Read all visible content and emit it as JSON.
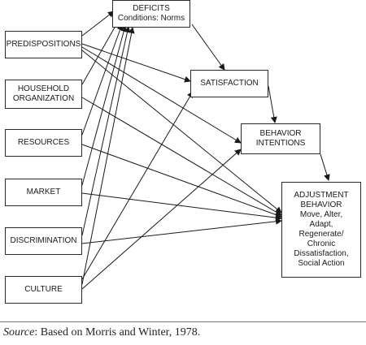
{
  "nodes": {
    "deficits": {
      "line1": "DEFICITS",
      "line2": "Conditions: Norms"
    },
    "predispositions": {
      "line1": "PREDISPOSITIONS"
    },
    "household": {
      "line1": "HOUSEHOLD",
      "line2": "ORGANIZATION"
    },
    "resources": {
      "line1": "RESOURCES"
    },
    "market": {
      "line1": "MARKET"
    },
    "discrimination": {
      "line1": "DISCRIMINATION"
    },
    "culture": {
      "line1": "CULTURE"
    },
    "satisfaction": {
      "line1": "SATISFACTION"
    },
    "intentions": {
      "line1": "BEHAVIOR",
      "line2": "INTENTIONS"
    },
    "adjustment": {
      "lines": [
        "ADJUSTMENT",
        "BEHAVIOR",
        "Move, Alter,",
        "Adapt,",
        "Regenerate/",
        "Chronic",
        "Dissatisfaction,",
        "Social Action"
      ]
    }
  },
  "edges": [
    [
      "predispositions",
      "deficits"
    ],
    [
      "household",
      "deficits"
    ],
    [
      "resources",
      "deficits"
    ],
    [
      "market",
      "deficits"
    ],
    [
      "discrimination",
      "deficits"
    ],
    [
      "culture",
      "deficits"
    ],
    [
      "predispositions",
      "satisfaction"
    ],
    [
      "predispositions",
      "intentions"
    ],
    [
      "predispositions",
      "adjustment"
    ],
    [
      "household",
      "adjustment"
    ],
    [
      "resources",
      "adjustment"
    ],
    [
      "market",
      "adjustment"
    ],
    [
      "discrimination",
      "adjustment"
    ],
    [
      "culture",
      "satisfaction"
    ],
    [
      "culture",
      "intentions"
    ],
    [
      "deficits",
      "satisfaction"
    ],
    [
      "satisfaction",
      "intentions"
    ],
    [
      "intentions",
      "adjustment"
    ]
  ],
  "caption": {
    "label": "Source",
    "text": ": Based on Morris and Winter, 1978."
  }
}
